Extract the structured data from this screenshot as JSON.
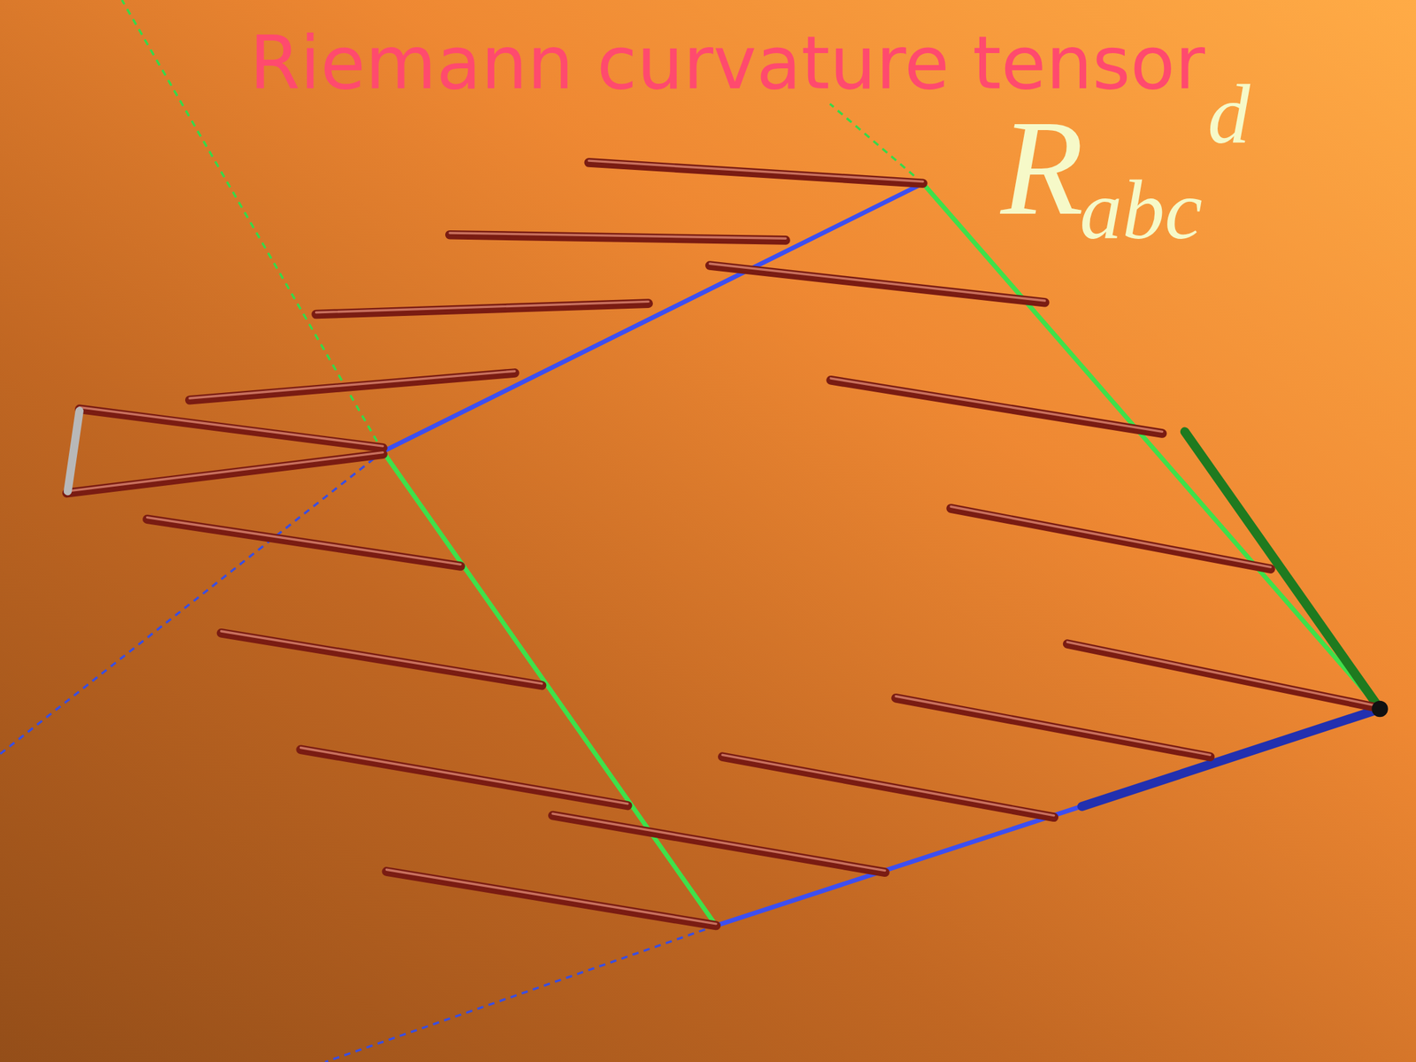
{
  "diagram": {
    "title": "Riemann curvature tensor",
    "labels": [
      "R",
      "abc",
      "d"
    ]
  }
}
